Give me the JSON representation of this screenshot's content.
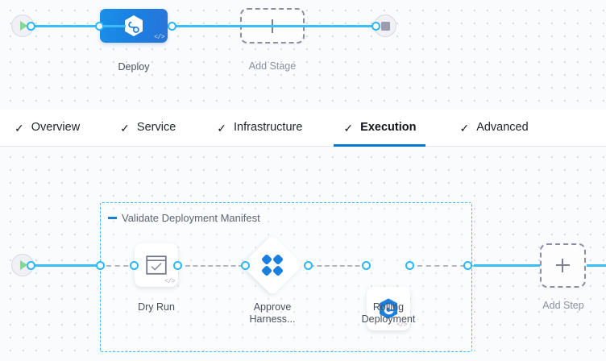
{
  "stage_canvas": {
    "start_node": {
      "name": "pipeline-start",
      "icon": "play-icon"
    },
    "end_node": {
      "name": "pipeline-end",
      "icon": "stop-icon"
    },
    "stages": [
      {
        "label": "Deploy",
        "icon": "harness-hexagon-icon",
        "badge": "</>"
      }
    ],
    "add_stage": {
      "label": "Add Stage",
      "icon": "plus-icon"
    }
  },
  "tabs": [
    {
      "label": "Overview",
      "check": "✓",
      "active": false
    },
    {
      "label": "Service",
      "check": "✓",
      "active": false
    },
    {
      "label": "Infrastructure",
      "check": "✓",
      "active": false
    },
    {
      "label": "Execution",
      "check": "✓",
      "active": true
    },
    {
      "label": "Advanced",
      "check": "✓",
      "active": false
    }
  ],
  "execution_canvas": {
    "start_node": {
      "name": "execution-start",
      "icon": "play-icon"
    },
    "step_group": {
      "title": "Validate Deployment Manifest",
      "collapse_icon": "minus-icon"
    },
    "steps": [
      {
        "label": "Dry Run",
        "icon": "dry-run-checkbox-icon",
        "badge": "</>",
        "shape": "card"
      },
      {
        "label": "Approve\nHarness...",
        "icon": "approval-clover-icon",
        "badge": "",
        "shape": "diamond"
      },
      {
        "label": "Rolling\nDeployment",
        "icon": "rolling-deployment-icon",
        "badge": "</>",
        "shape": "card"
      }
    ],
    "add_step": {
      "label": "Add Step",
      "icon": "plus-icon"
    }
  },
  "colors": {
    "accent_blue": "#0278d5",
    "edge_blue": "#3bbdf7",
    "port_blue": "#2ab6f7",
    "group_border": "#38bdf8",
    "canvas_bg": "#f9fbfd",
    "start_green": "#7fdb8f"
  }
}
